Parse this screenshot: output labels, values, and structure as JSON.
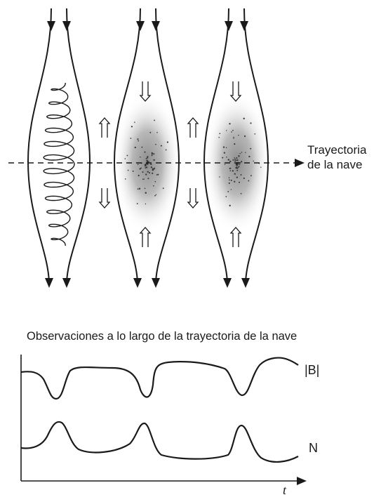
{
  "labels": {
    "trajectory_line1": "Trayectoria",
    "trajectory_line2": "de la nave",
    "plot_title": "Observaciones a lo largo de la trayectoria de la nave",
    "b_curve": "|B|",
    "n_curve": "N",
    "time_axis": "t"
  },
  "colors": {
    "line": "#1a1a1a",
    "shade_center": "#9a9a9a",
    "background": "#ffffff"
  },
  "icons": [
    "double-arrow-up-icon",
    "double-arrow-down-icon",
    "arrow-down-icon"
  ]
}
